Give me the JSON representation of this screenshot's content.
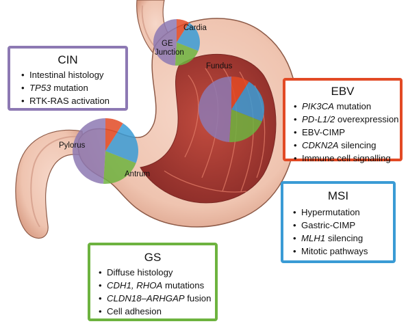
{
  "colors": {
    "cin": "#8d79b3",
    "ebv": "#e24a25",
    "msi": "#3a9bd5",
    "gs": "#6db33f"
  },
  "anatomy": {
    "cardia": "Cardia",
    "ge_junction_1": "GE",
    "ge_junction_2": "Junction",
    "fundus": "Fundus",
    "pylorus": "Pylorus",
    "antrum": "Antrum"
  },
  "pie_slices": [
    {
      "subtype": "EBV",
      "percent": 9
    },
    {
      "subtype": "MSI",
      "percent": 22
    },
    {
      "subtype": "GS",
      "percent": 20
    },
    {
      "subtype": "CIN",
      "percent": 49
    }
  ],
  "cin": {
    "title": "CIN",
    "items": [
      {
        "pre": "",
        "it": "",
        "post": "Intestinal histology"
      },
      {
        "pre": "",
        "it": "TP53",
        "post": " mutation"
      },
      {
        "pre": "",
        "it": "",
        "post": "RTK-RAS activation"
      }
    ]
  },
  "ebv": {
    "title": "EBV",
    "items": [
      {
        "pre": "",
        "it": "PIK3CA",
        "post": " mutation"
      },
      {
        "pre": "",
        "it": "PD-L1/2",
        "post": " overexpression"
      },
      {
        "pre": "",
        "it": "",
        "post": "EBV-CIMP"
      },
      {
        "pre": "",
        "it": "CDKN2A",
        "post": " silencing"
      },
      {
        "pre": "",
        "it": "",
        "post": "Immune cell signalling"
      }
    ]
  },
  "msi": {
    "title": "MSI",
    "items": [
      {
        "pre": "",
        "it": "",
        "post": "Hypermutation"
      },
      {
        "pre": "",
        "it": "",
        "post": "Gastric-CIMP"
      },
      {
        "pre": "",
        "it": "MLH1",
        "post": " silencing"
      },
      {
        "pre": "",
        "it": "",
        "post": "Mitotic pathways"
      }
    ]
  },
  "gs": {
    "title": "GS",
    "items": [
      {
        "pre": "",
        "it": "",
        "post": "Diffuse histology"
      },
      {
        "pre": "",
        "it": "CDH1, RHOA",
        "post": " mutations"
      },
      {
        "pre": "",
        "it": "CLDN18–ARHGAP",
        "post": " fusion"
      },
      {
        "pre": "",
        "it": "",
        "post": "Cell adhesion"
      }
    ]
  }
}
